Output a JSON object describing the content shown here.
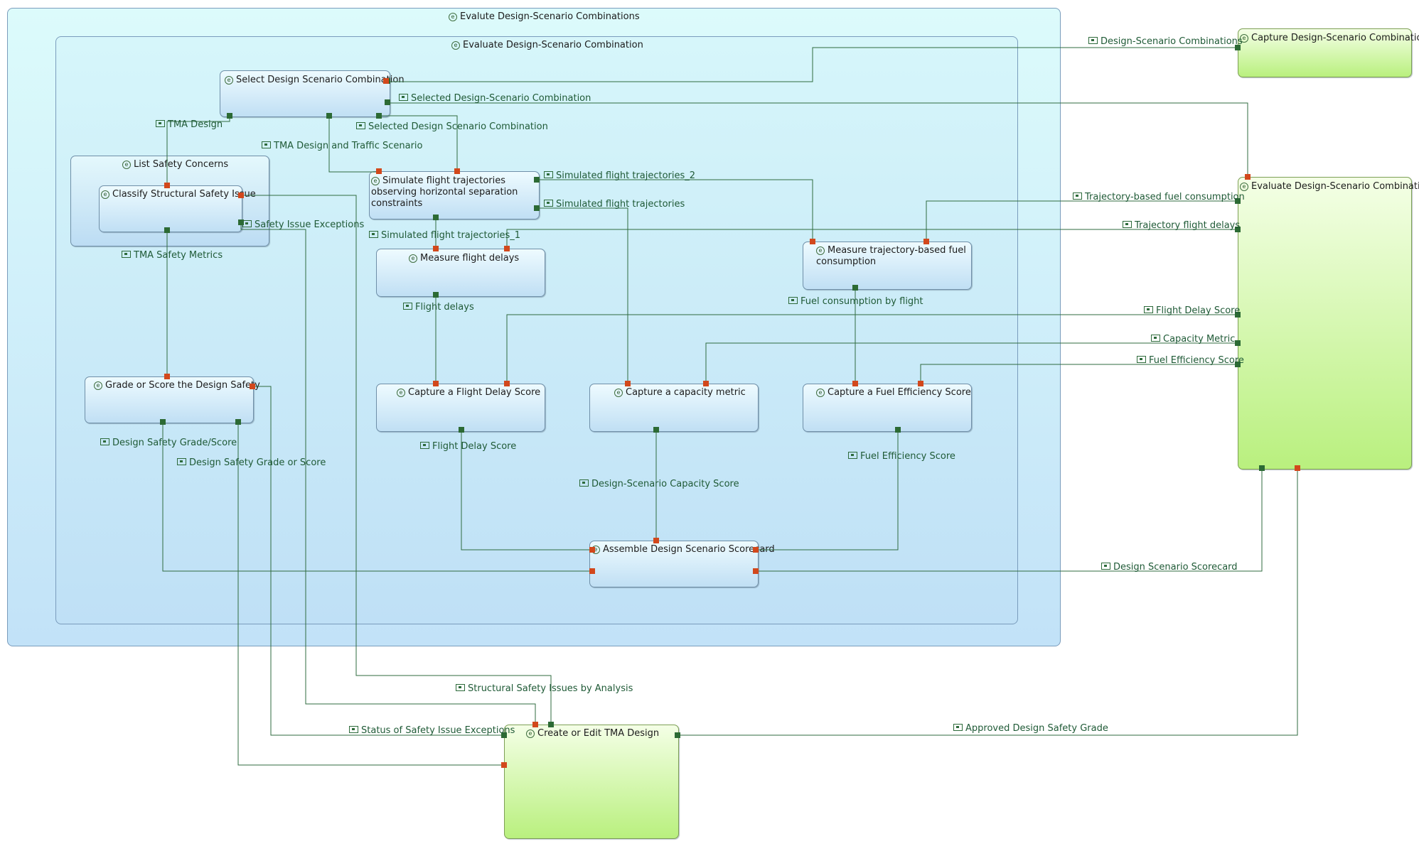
{
  "containers": {
    "outer": "Evalute Design-Scenario Combinations",
    "inner": "Evaluate Design-Scenario Combination",
    "list_safety": "List Safety Concerns"
  },
  "actions": {
    "select_design": "Select Design Scenario Combination",
    "classify": "Classify Structural Safety Issue",
    "simulate": "Simulate flight trajectories observing horizontal separation constraints",
    "measure_delays": "Measure flight delays",
    "measure_fuel": "Measure trajectory-based fuel consumption",
    "grade_safety": "Grade or Score the Design Safety",
    "capture_delay": "Capture a Flight Delay Score",
    "capture_capacity": "Capture a capacity metric",
    "capture_fuel": "Capture a Fuel Efficiency Score",
    "assemble": "Assemble Design Scenario Scorecard",
    "capture_dsc": "Capture Design-Scenario Combination",
    "evaluate_right": "Evaluate Design-Scenario Combination",
    "create_edit_tma": "Create or Edit TMA Design"
  },
  "flows": {
    "design_scenario_combinations": "Design-Scenario Combinations",
    "selected_dsc_1": "Selected Design-Scenario Combination",
    "selected_dsc_2": "Selected Design Scenario Combination",
    "tma_design": "TMA Design",
    "tma_design_traffic": "TMA Design and Traffic Scenario",
    "sim_traj_2": "Simulated flight trajectories_2",
    "sim_traj": "Simulated flight trajectories",
    "sim_traj_1": "Simulated flight trajectories_1",
    "safety_issue_exceptions": "Safety Issue Exceptions",
    "tma_safety_metrics": "TMA Safety Metrics",
    "flight_delays": "Flight delays",
    "fuel_by_flight": "Fuel consumption by flight",
    "traj_fuel": "Trajectory-based fuel consumption",
    "traj_delays": "Trajectory flight delays",
    "flight_delay_score_right": "Flight Delay Score",
    "capacity_metric": "Capacity Metric",
    "fuel_eff_score_right": "Fuel Efficiency Score",
    "design_safety_grade_score": "Design Safety Grade/Score",
    "design_safety_grade_or_score": "Design Safety Grade or Score",
    "flight_delay_score": "Flight Delay Score",
    "fuel_eff_score": "Fuel Efficiency Score",
    "capacity_score": "Design-Scenario Capacity Score",
    "design_scorecard": "Design Scenario Scorecard",
    "structural_issues": "Structural Safety Issues by Analysis",
    "status_exceptions": "Status of Safety Issue Exceptions",
    "approved_grade": "Approved Design Safety Grade"
  },
  "colors": {
    "wire": "#2f6b3f",
    "pin_in": "#d2481c",
    "pin_out": "#2c6a34",
    "blue_box": "#c0dff4",
    "green_box": "#b9f07e"
  }
}
